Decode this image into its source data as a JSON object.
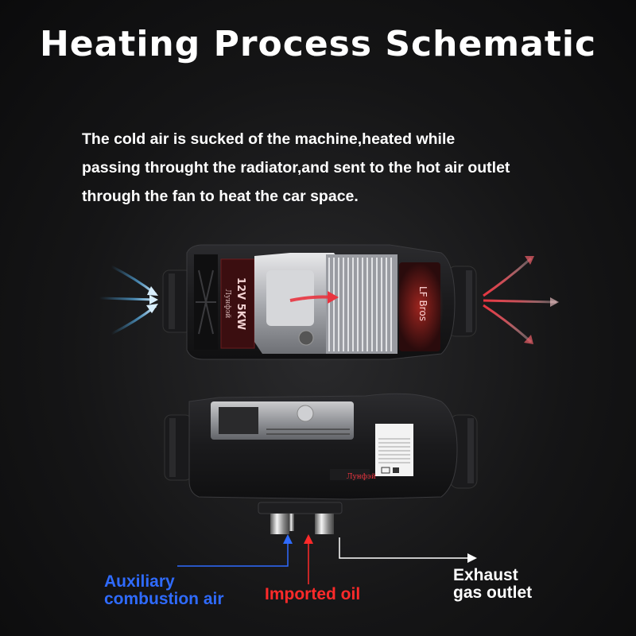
{
  "title": "Heating Process Schematic",
  "description": {
    "line1": "The cold air is sucked of the machine,heated while",
    "line2": "passing throught the radiator,and sent to the hot air outlet",
    "line3": "through the fan to heat the car space."
  },
  "heater_top": {
    "rating_label": "12V 5KW",
    "brand_cyrillic": "Лунфэй",
    "panel_brand": "LF Bros"
  },
  "heater_bottom": {
    "brand_cyrillic": "Лунфэй"
  },
  "labels": {
    "auxiliary": [
      "Auxiliary",
      "combustion air"
    ],
    "oil": "Imported oil",
    "exhaust": [
      "Exhaust",
      "gas outlet"
    ]
  },
  "colors": {
    "cold_air": "#4aa8e8",
    "hot_air": "#e8343f",
    "auxiliary_text": "#2f6bff",
    "oil_text": "#ff2a2a",
    "background": "#151516"
  }
}
